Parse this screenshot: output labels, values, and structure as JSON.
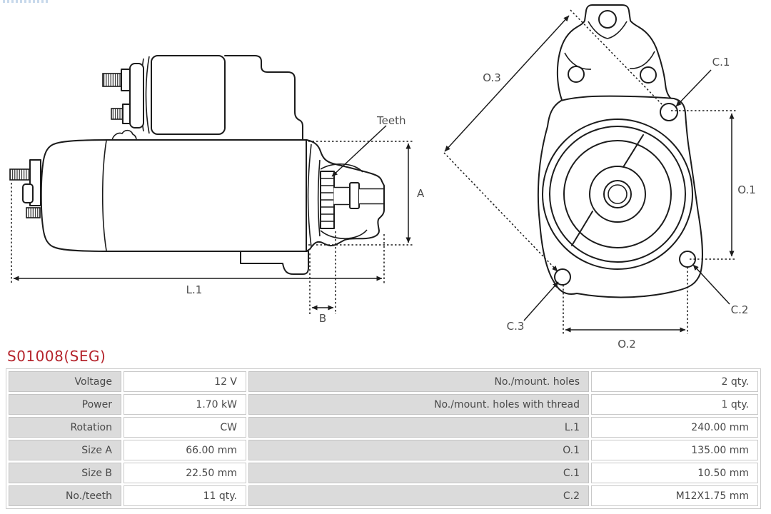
{
  "title": {
    "text": "S01008(SEG)",
    "color": "#b5242c"
  },
  "diagram": {
    "stroke_color": "#1c1c1c",
    "label_color": "#4d4d4d",
    "labels": {
      "teeth": "Teeth",
      "a": "A",
      "b": "B",
      "l1": "L.1",
      "o1": "O.1",
      "o2": "O.2",
      "o3": "O.3",
      "c1": "C.1",
      "c2": "C.2",
      "c3": "C.3"
    }
  },
  "table": {
    "rows": [
      {
        "label_a": "Voltage",
        "value_a": "12 V",
        "label_b": "No./mount. holes",
        "value_b": "2 qty."
      },
      {
        "label_a": "Power",
        "value_a": "1.70 kW",
        "label_b": "No./mount. holes with thread",
        "value_b": "1 qty."
      },
      {
        "label_a": "Rotation",
        "value_a": "CW",
        "label_b": "L.1",
        "value_b": "240.00 mm"
      },
      {
        "label_a": "Size A",
        "value_a": "66.00 mm",
        "label_b": "O.1",
        "value_b": "135.00 mm"
      },
      {
        "label_a": "Size B",
        "value_a": "22.50 mm",
        "label_b": "C.1",
        "value_b": "10.50 mm"
      },
      {
        "label_a": "No./teeth",
        "value_a": "11 qty.",
        "label_b": "C.2",
        "value_b": "M12X1.75 mm"
      }
    ]
  }
}
